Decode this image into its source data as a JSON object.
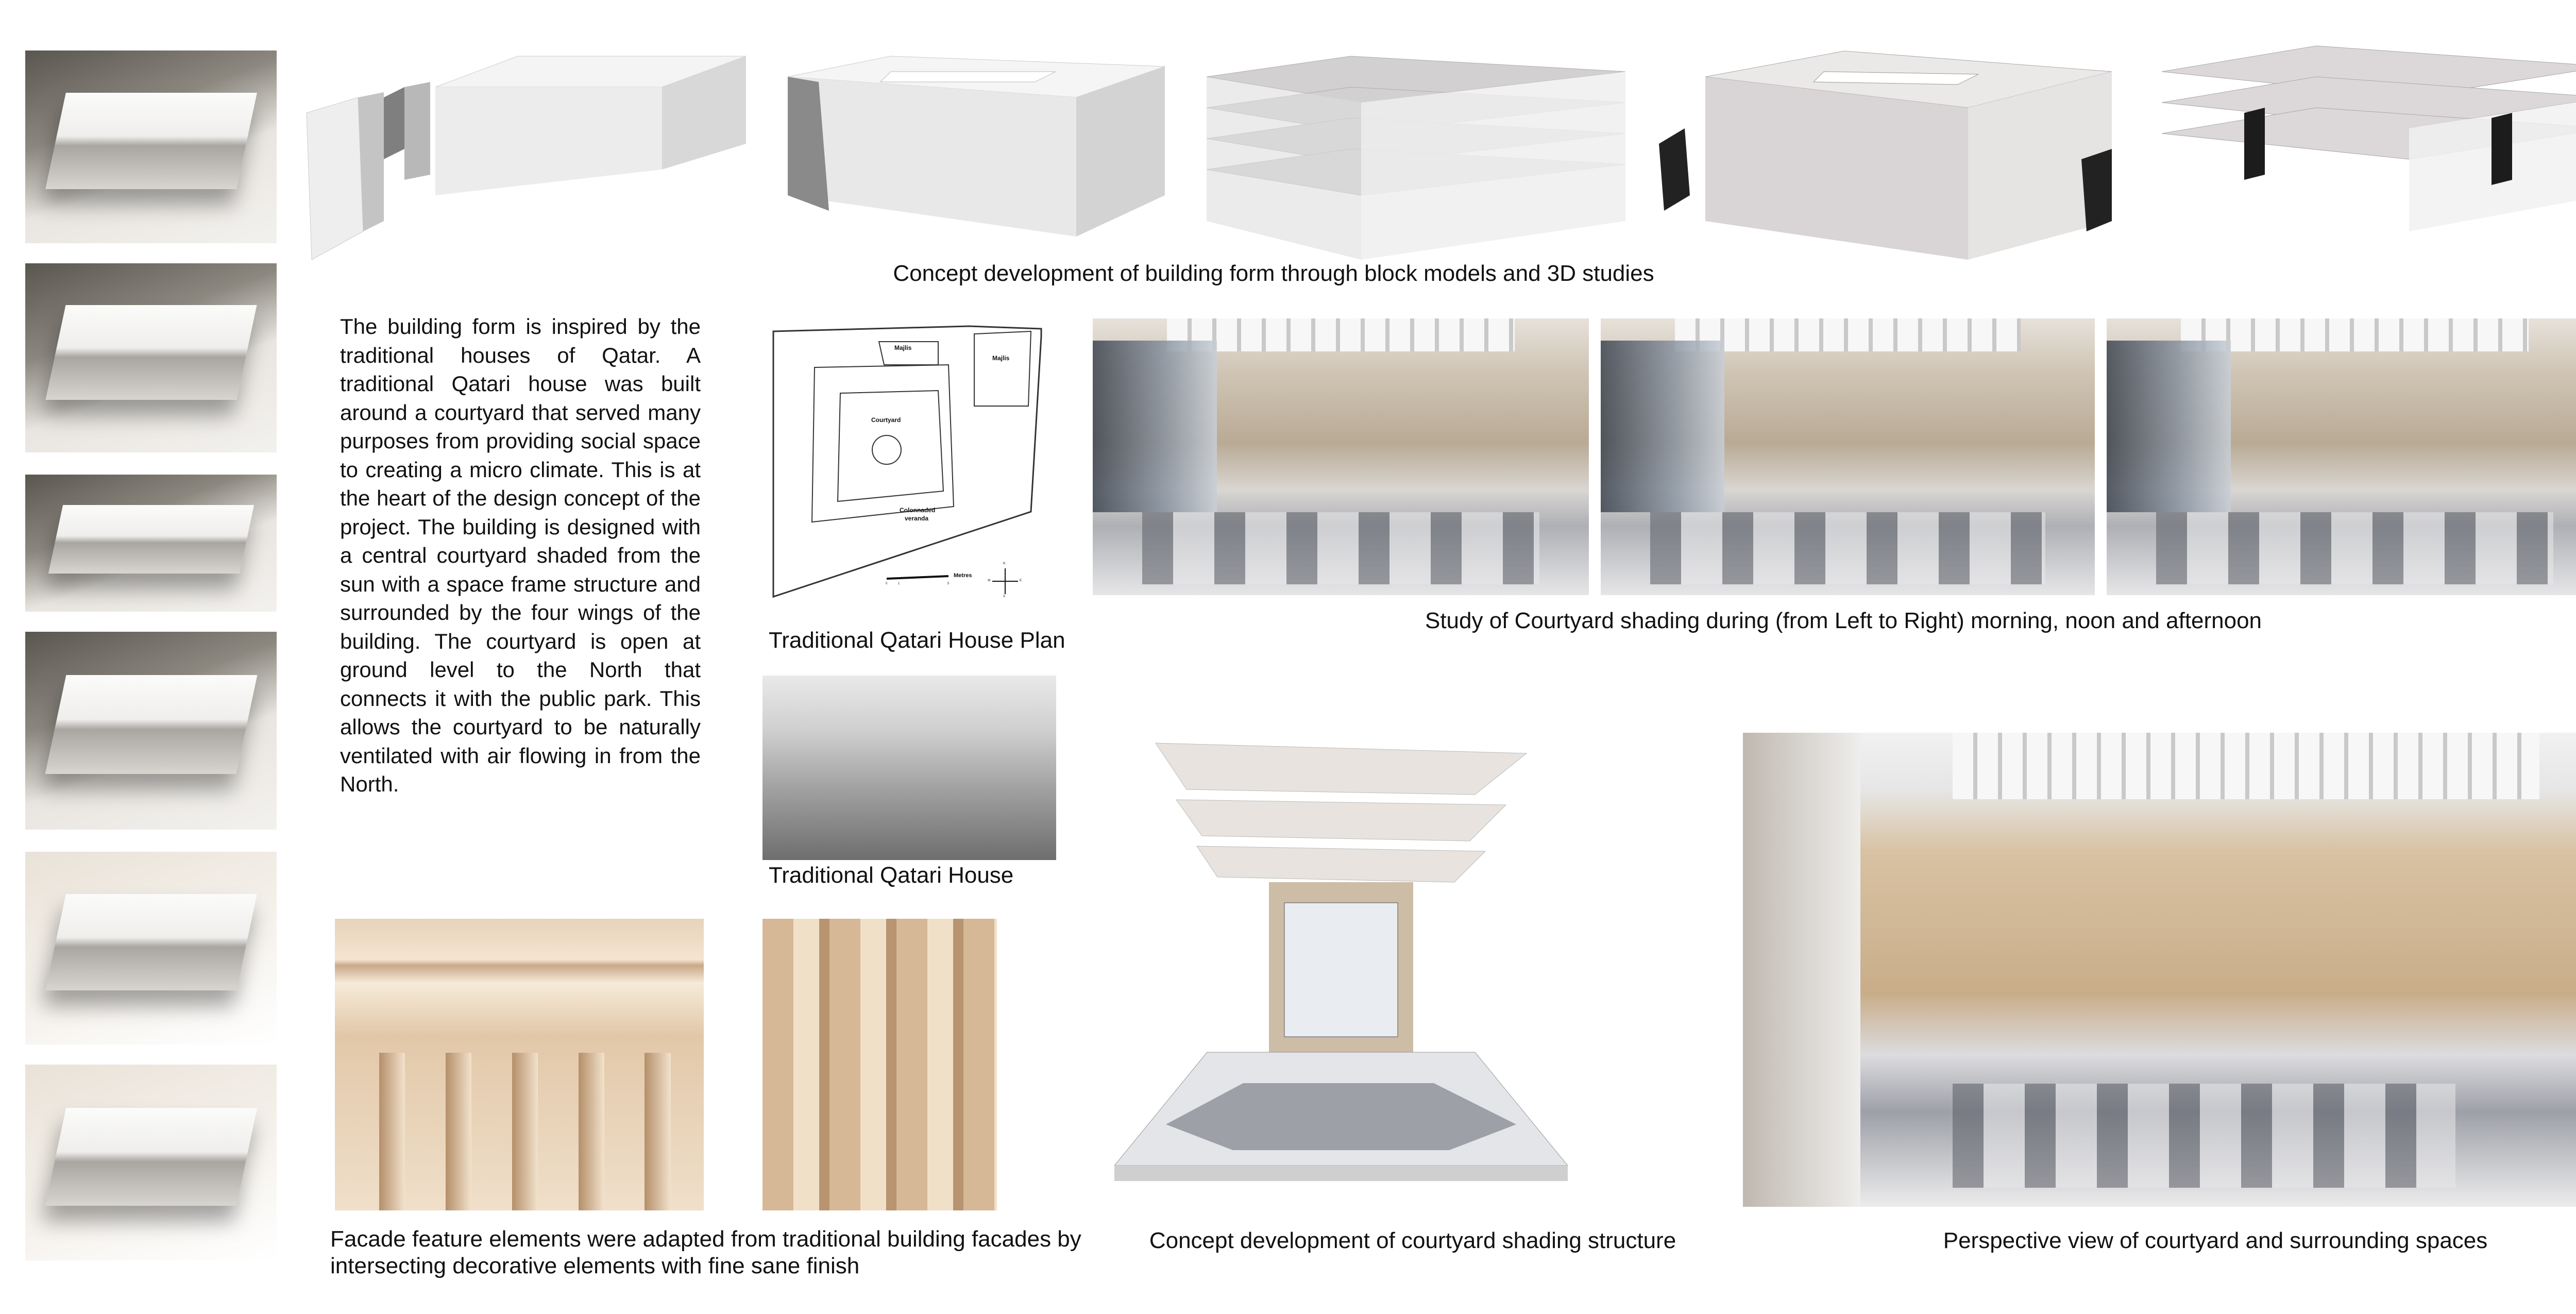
{
  "top_section": {
    "caption": "Concept development of building form through block models and 3D studies"
  },
  "description": "The building form is inspired by the traditional houses of Qatar. A traditional Qatari house was built around a courtyard that served many purposes from providing social space to creating a micro climate. This is at the heart of the design concept of the project. The building is designed with a central courtyard shaded from the sun with a space frame structure and surrounded by the four wings of the building. The courtyard is open at ground level to the North that connects it with the public park. This allows the courtyard to be naturally ventilated with air flowing in from the North.",
  "plan": {
    "caption": "Traditional Qatari House Plan",
    "labels": {
      "majlis_1": "Majlis",
      "majlis_2": "Majlis",
      "courtyard": "Courtyard",
      "veranda_1": "Colonnaded",
      "veranda_2": "veranda",
      "scale_unit": "Metres",
      "scale_0": "0",
      "scale_1": "1",
      "scale_5": "5",
      "north": "N",
      "south": "S",
      "east": "E",
      "west": "W"
    }
  },
  "house_photo": {
    "caption": "Traditional Qatari House"
  },
  "courtyard_study": {
    "caption": "Study of Courtyard shading during (from Left to Right) morning, noon and afternoon"
  },
  "facade": {
    "caption_line1": "Facade feature elements were adapted from traditional building facades by",
    "caption_line2": "intersecting decorative elements with fine sane finish"
  },
  "shading_structure": {
    "caption": "Concept development of courtyard shading structure"
  },
  "perspective": {
    "caption": "Perspective view of courtyard and surrounding spaces"
  }
}
